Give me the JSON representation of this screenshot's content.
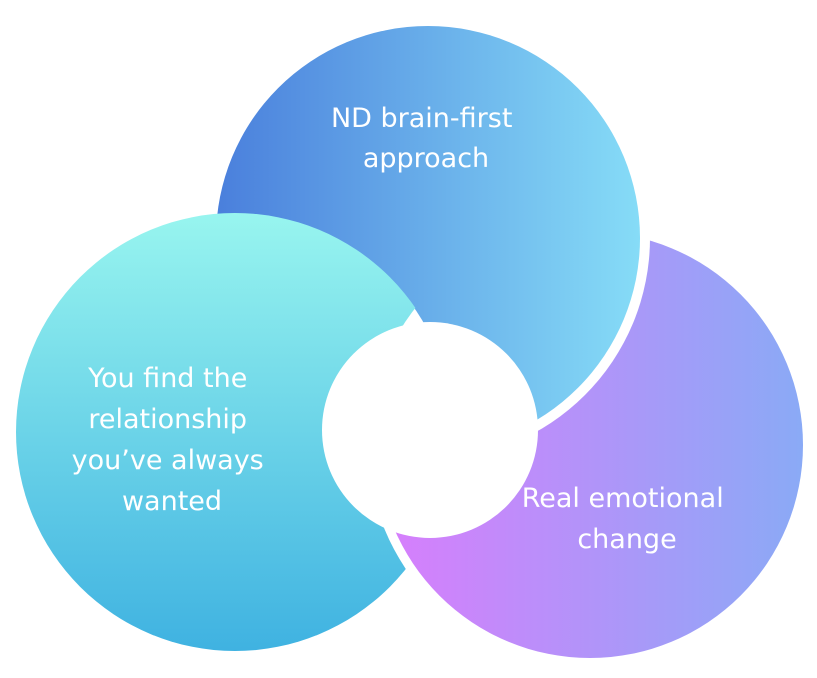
{
  "segments": [
    {
      "id": "top",
      "lines": [
        "ND brain-first",
        "approach"
      ],
      "gradient": [
        "#4a7fdc",
        "#86dcf7"
      ]
    },
    {
      "id": "right",
      "lines": [
        "Real emotional",
        "change"
      ],
      "gradient": [
        "#d97dfc",
        "#8aaaf6"
      ]
    },
    {
      "id": "left",
      "lines": [
        "You find the",
        "relationship",
        "you’ve always",
        "wanted"
      ],
      "gradient": [
        "#98f5ef",
        "#3fb2e1"
      ]
    }
  ]
}
